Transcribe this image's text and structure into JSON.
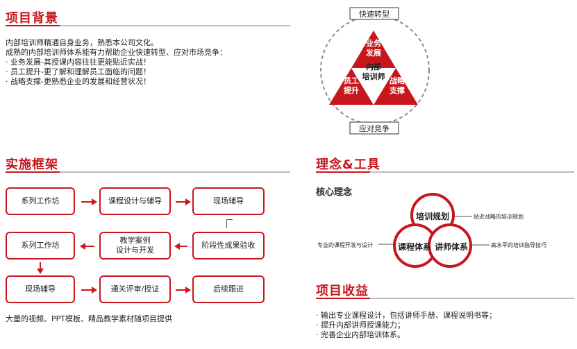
{
  "background": {
    "title": "项目背景",
    "lines": [
      "内部培训师精通自身业务，熟悉本公司文化。",
      "成熟的内部培训师体系能有力帮助企业快速转型、应对市场竞争：",
      "· 业务发展-其授课内容往往更能贴近实战！",
      "· 员工提升-更了解和理解员工面临的问题！",
      "· 战略支撑-更熟悉企业的发展和经营状况！"
    ]
  },
  "triangle_diagram": {
    "top_label": "快速转型",
    "bottom_label": "应对竞争",
    "top": "业务\n发展",
    "left": "员工\n提升",
    "right": "战略\n支撑",
    "center": "内部\n培训师",
    "colors": {
      "accent": "#c8161d",
      "dashed": "#8c8c8c"
    }
  },
  "framework": {
    "title": "实施框架",
    "row1": [
      "系列工作坊",
      "课程设计与辅导",
      "现场辅导"
    ],
    "row2": [
      "系列工作坊",
      "教学案例\n设计与开发",
      "阶段性成果验收"
    ],
    "row3": [
      "现场辅导",
      "通关评审/授证",
      "后续跟进"
    ],
    "footer": "大量的视频、PPT模板、精品教学素材随项目提供"
  },
  "concept": {
    "title": "理念&工具",
    "subtitle": "核心理念",
    "circles": [
      "培训规划",
      "课程体系",
      "讲师体系"
    ],
    "callouts": {
      "planning": "贴近战略的培训规划",
      "course": "专业的课程开发与设计",
      "trainer": "高水平的培训指导技巧"
    }
  },
  "benefits": {
    "title": "项目收益",
    "lines": [
      "· 输出专业课程设计，包括讲师手册、课程说明书等；",
      "· 提升内部讲师授课能力；",
      "· 完善企业内部培训体系。"
    ]
  },
  "colors": {
    "accent": "#c8161d",
    "rule_gray": "#bdbdbd"
  }
}
